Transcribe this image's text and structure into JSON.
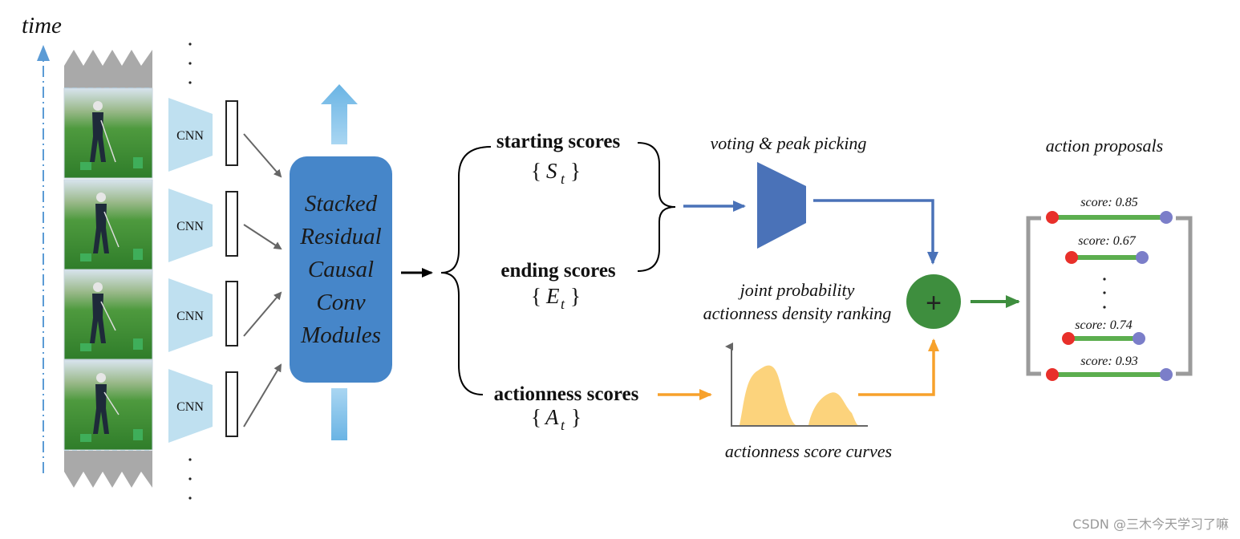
{
  "time_label": "time",
  "cnn_labels": [
    "CNN",
    "CNN",
    "CNN",
    "CNN"
  ],
  "module": {
    "lines": [
      "Stacked",
      "Residual",
      "Causal",
      "Conv",
      "Modules"
    ]
  },
  "scores": {
    "starting": {
      "label": "starting scores",
      "symbol_base": "S",
      "symbol_sub": "t"
    },
    "ending": {
      "label": "ending scores",
      "symbol_base": "E",
      "symbol_sub": "t"
    },
    "actionness": {
      "label": "actionness scores",
      "symbol_base": "A",
      "symbol_sub": "t"
    }
  },
  "voting_label": "voting & peak picking",
  "joint_label_1": "joint probability",
  "joint_label_2": "actionness density ranking",
  "plus_symbol": "+",
  "curves_label": "actionness score curves",
  "proposals": {
    "title": "action proposals",
    "items": [
      {
        "score": "score: 0.85"
      },
      {
        "score": "score: 0.67"
      },
      {
        "score": "score: 0.74"
      },
      {
        "score": "score: 0.93"
      }
    ]
  },
  "watermark": "CSDN @三木今天学习了嘛",
  "colors": {
    "blue_arrow": "#4a72b8",
    "orange_arrow": "#f7a12b",
    "green": "#3e8e3e",
    "proposal_bar": "#5cae4f",
    "red_dot": "#e8302a",
    "purple_dot": "#7b7ec9",
    "module_fill": "#4686c9",
    "cnn_fill": "#bfe0f0",
    "curve_fill": "#fcd37c"
  }
}
